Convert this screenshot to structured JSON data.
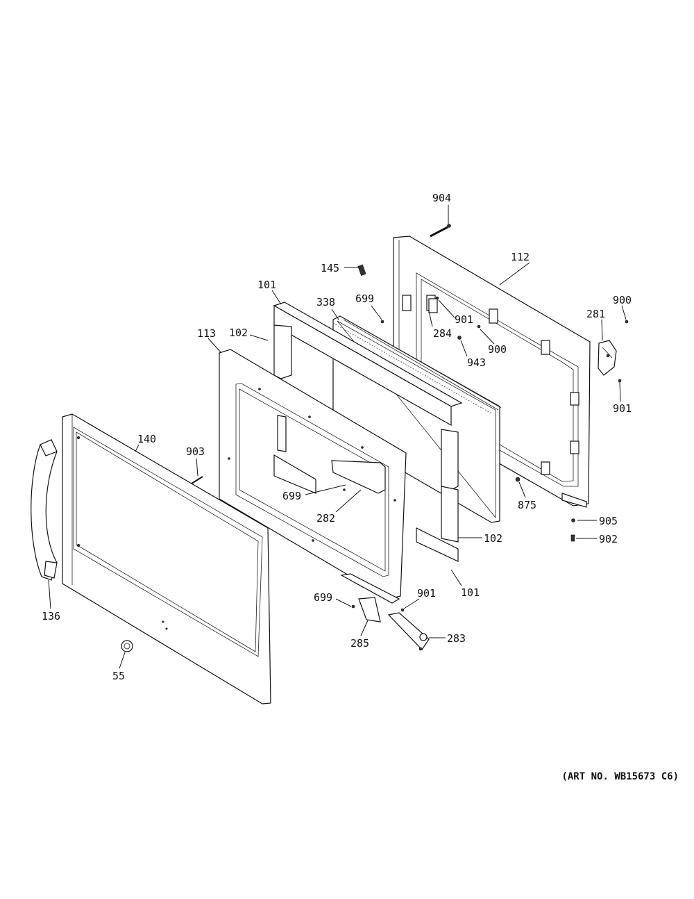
{
  "art_number": "(ART NO. WB15673 C6)",
  "callouts": {
    "p904": "904",
    "p112": "112",
    "p145": "145",
    "p699a": "699",
    "p338": "338",
    "p101a": "101",
    "p102a": "102",
    "p113": "113",
    "p901a": "901",
    "p284": "284",
    "p900a": "900",
    "p900b": "900",
    "p281": "281",
    "p943": "943",
    "p901b": "901",
    "p140": "140",
    "p903": "903",
    "p699b": "699",
    "p282": "282",
    "p875": "875",
    "p905": "905",
    "p902": "902",
    "p102b": "102",
    "p101b": "101",
    "p136": "136",
    "p699c": "699",
    "p901c": "901",
    "p285": "285",
    "p283": "283",
    "p55": "55"
  }
}
